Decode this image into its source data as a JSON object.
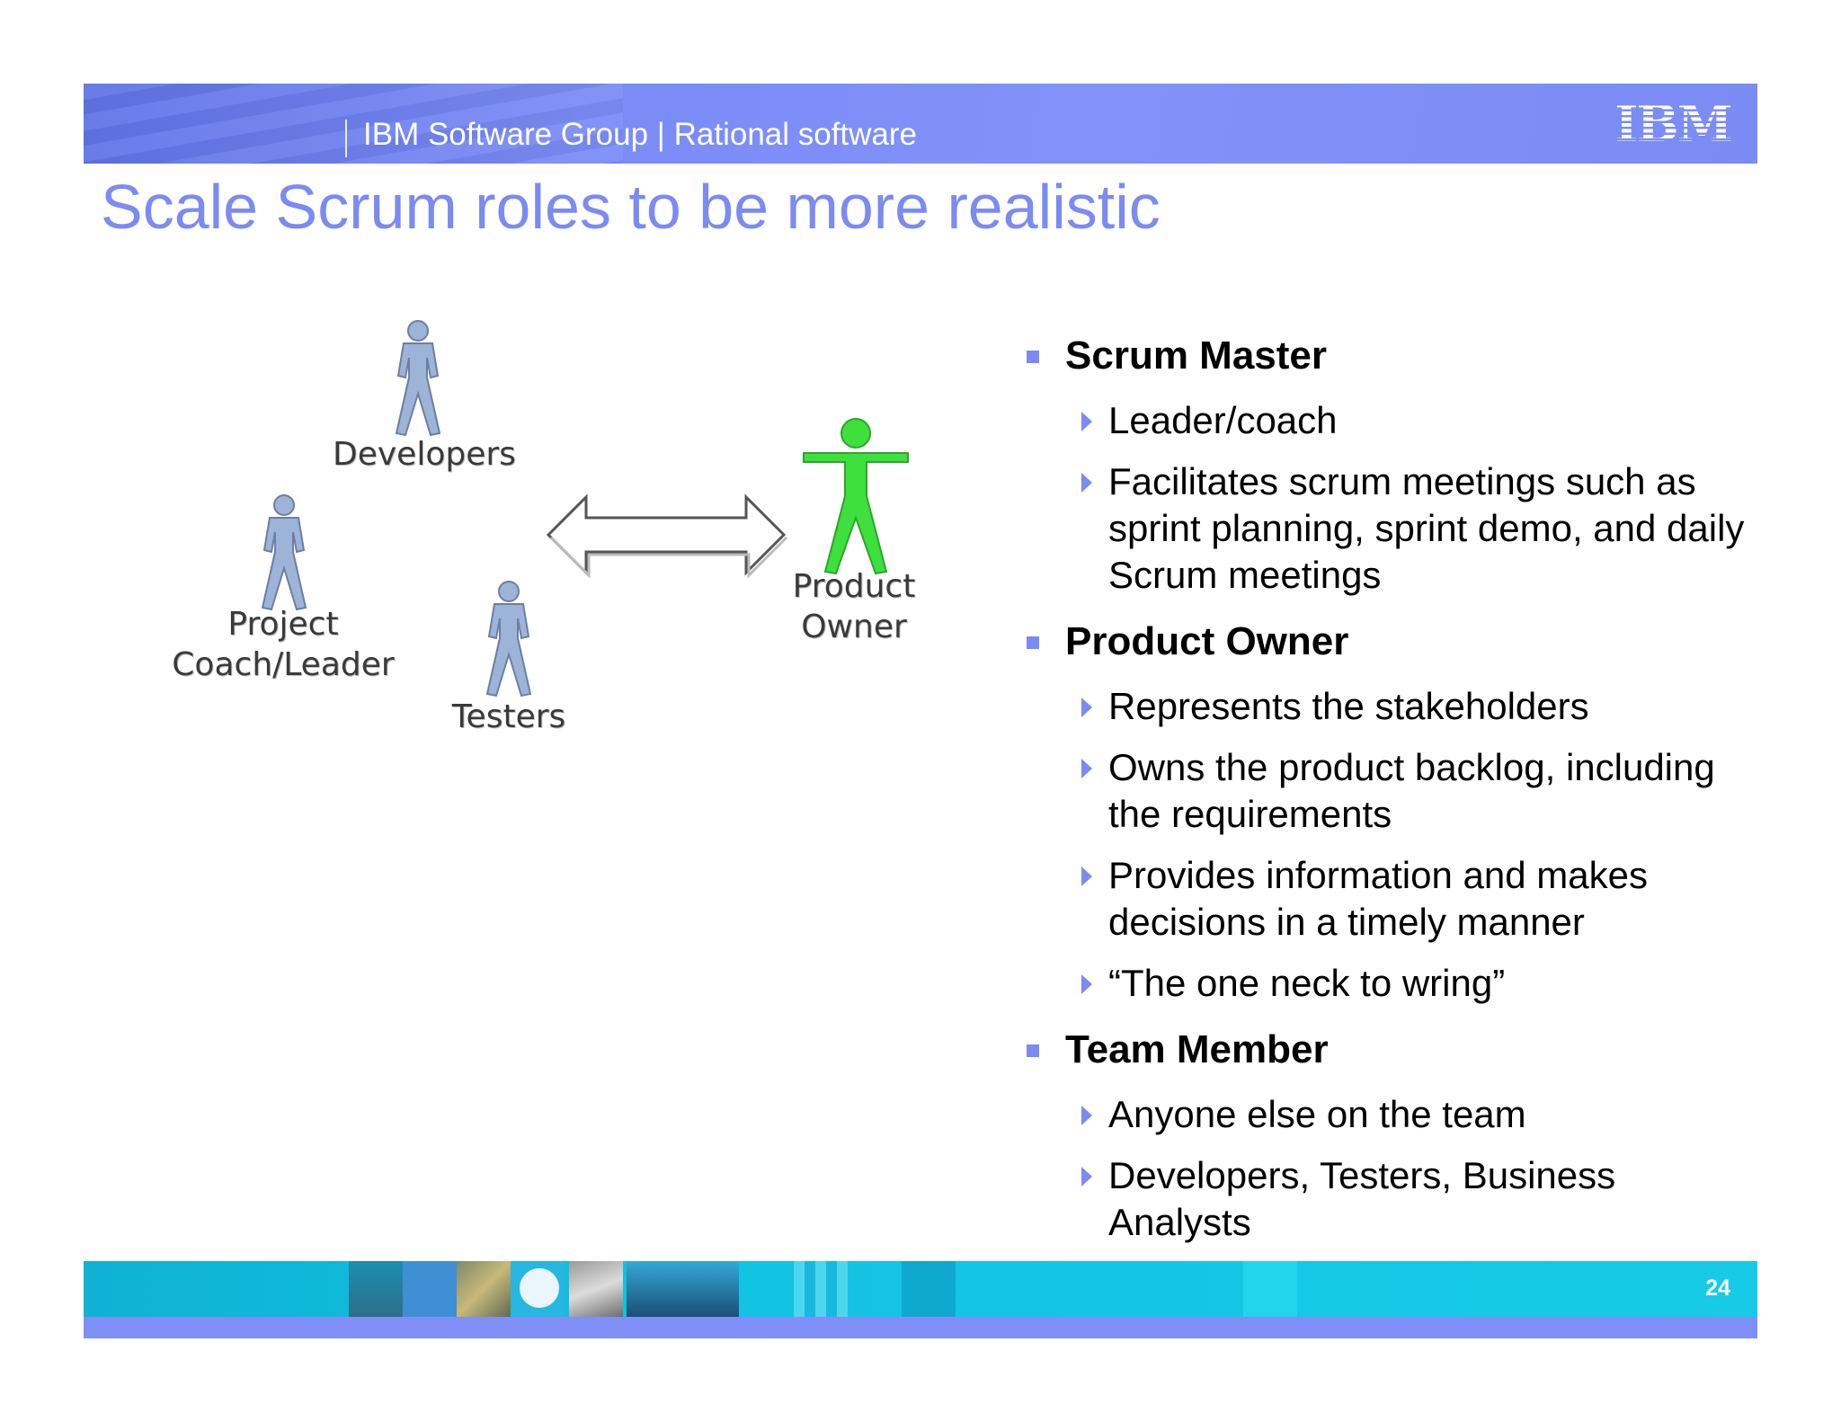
{
  "header": {
    "group_text": "IBM Software Group | Rational software",
    "logo_text": "IBM"
  },
  "slide": {
    "title": "Scale Scrum roles to be more realistic",
    "page_number": "24"
  },
  "diagram": {
    "labels": {
      "developers": "Developers",
      "project_line1": "Project",
      "project_line2": "Coach/Leader",
      "testers": "Testers",
      "product_line1": "Product",
      "product_line2": "Owner"
    },
    "colors": {
      "person_blue": "#9db3d8",
      "person_green": "#3ee03e"
    }
  },
  "bullets": [
    {
      "heading": "Scrum Master",
      "items": [
        "Leader/coach",
        "Facilitates scrum meetings such as sprint planning, sprint demo, and daily Scrum meetings"
      ]
    },
    {
      "heading": "Product Owner",
      "items": [
        "Represents the stakeholders",
        "Owns the product backlog, including the requirements",
        "Provides information and makes decisions in a timely manner",
        "“The one neck to wring”"
      ]
    },
    {
      "heading": "Team Member",
      "items": [
        "Anyone else on the team",
        "Developers, Testers, Business Analysts"
      ]
    }
  ],
  "colors": {
    "accent": "#7b8bf2",
    "header_band": "#7b8bf4",
    "footer_band": "#13c3e2"
  }
}
